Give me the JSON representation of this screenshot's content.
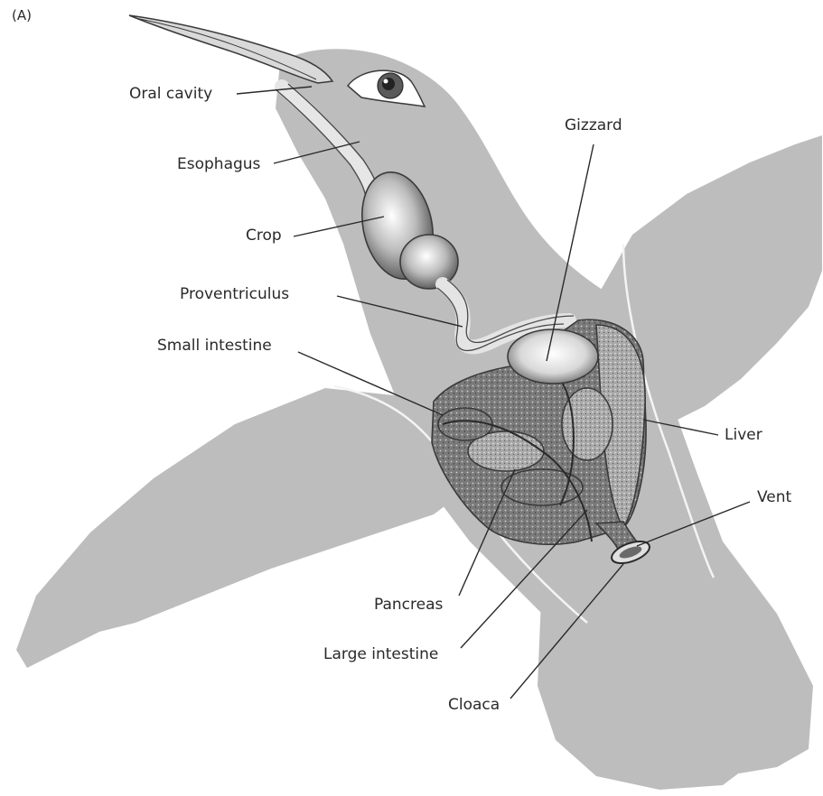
{
  "figure": {
    "panel_label": "(A)",
    "labels": {
      "oral_cavity": "Oral cavity",
      "esophagus": "Esophagus",
      "crop": "Crop",
      "proventriculus": "Proventriculus",
      "small_intestine": "Small intestine",
      "gizzard": "Gizzard",
      "liver": "Liver",
      "vent": "Vent",
      "pancreas": "Pancreas",
      "large_intestine": "Large intestine",
      "cloaca": "Cloaca"
    },
    "colors": {
      "bird_silhouette": "#bdbdbd",
      "organ_fill": "#8a8a8a",
      "organ_dark": "#4a4a4a",
      "organ_light": "#e8e8e8",
      "line": "#2a2a2a"
    }
  }
}
